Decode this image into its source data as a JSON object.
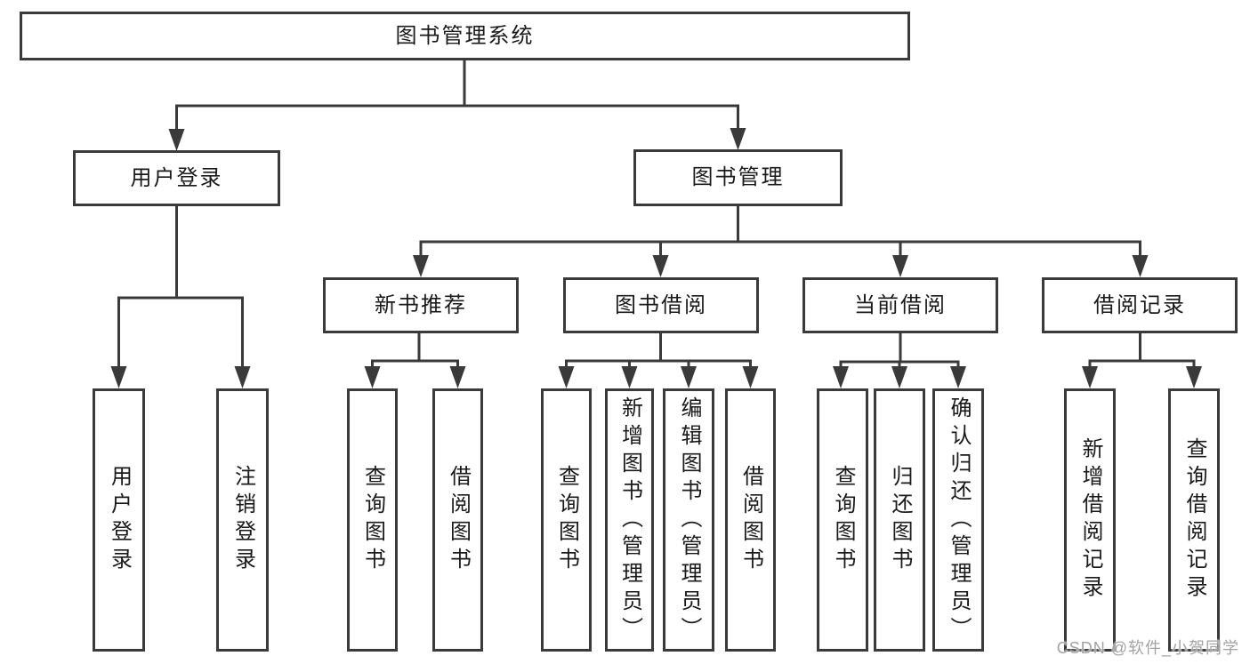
{
  "diagram": {
    "root": {
      "label": "图书管理系统"
    },
    "level2": [
      {
        "label": "用户登录"
      },
      {
        "label": "图书管理"
      }
    ],
    "level3": [
      {
        "label": "新书推荐"
      },
      {
        "label": "图书借阅"
      },
      {
        "label": "当前借阅"
      },
      {
        "label": "借阅记录"
      }
    ],
    "leaves": {
      "user_login": [
        {
          "label": "用户登录"
        },
        {
          "label": "注销登录"
        }
      ],
      "new_book_recommend": [
        {
          "label": "查询图书"
        },
        {
          "label": "借阅图书"
        }
      ],
      "book_borrow": [
        {
          "label": "查询图书"
        },
        {
          "label": "新增图书（管理员）"
        },
        {
          "label": "编辑图书（管理员）"
        },
        {
          "label": "借阅图书"
        }
      ],
      "current_borrow": [
        {
          "label": "查询图书"
        },
        {
          "label": "归还图书"
        },
        {
          "label": "确认归还（管理员）"
        }
      ],
      "borrow_records": [
        {
          "label": "新增借阅记录"
        },
        {
          "label": "查询借阅记录"
        }
      ]
    }
  },
  "watermark": {
    "text": "CSDN @软件_小贺同学"
  },
  "colors": {
    "line": "#3a3a3a",
    "text": "#1a1a1a",
    "watermark": "#a3a3a3",
    "background": "#ffffff"
  }
}
